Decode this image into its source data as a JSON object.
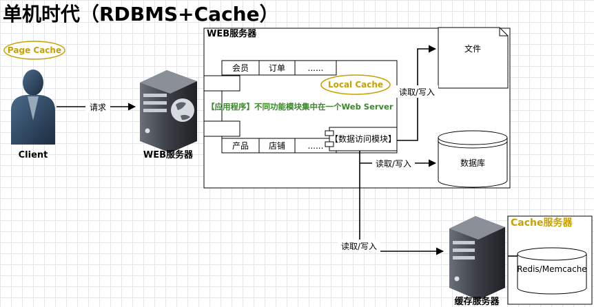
{
  "title": "单机时代（RDBMS+Cache）",
  "client": {
    "label": "Client",
    "badge": "Page Cache"
  },
  "request_label": "请求",
  "web_server": {
    "label": "WEB服务器",
    "container_title": "WEB服务器",
    "local_cache": "Local Cache",
    "app_text": "【应用程序】不同功能模块集中在一个Web Server",
    "top_modules": [
      "会员",
      "订单",
      "......"
    ],
    "bottom_modules": [
      "产品",
      "店铺",
      "......"
    ],
    "data_access": "【数据访问模块】"
  },
  "file_label": "文件",
  "db_label": "数据库",
  "rw_label": "读取/写入",
  "cache_server": {
    "container_title": "Cache服务器",
    "store": "Redis/Memcache",
    "label": "缓存服务器"
  },
  "colors": {
    "green": "#3a8a2a",
    "gold": "#c8a000",
    "server_dark": "#3b3e45"
  }
}
